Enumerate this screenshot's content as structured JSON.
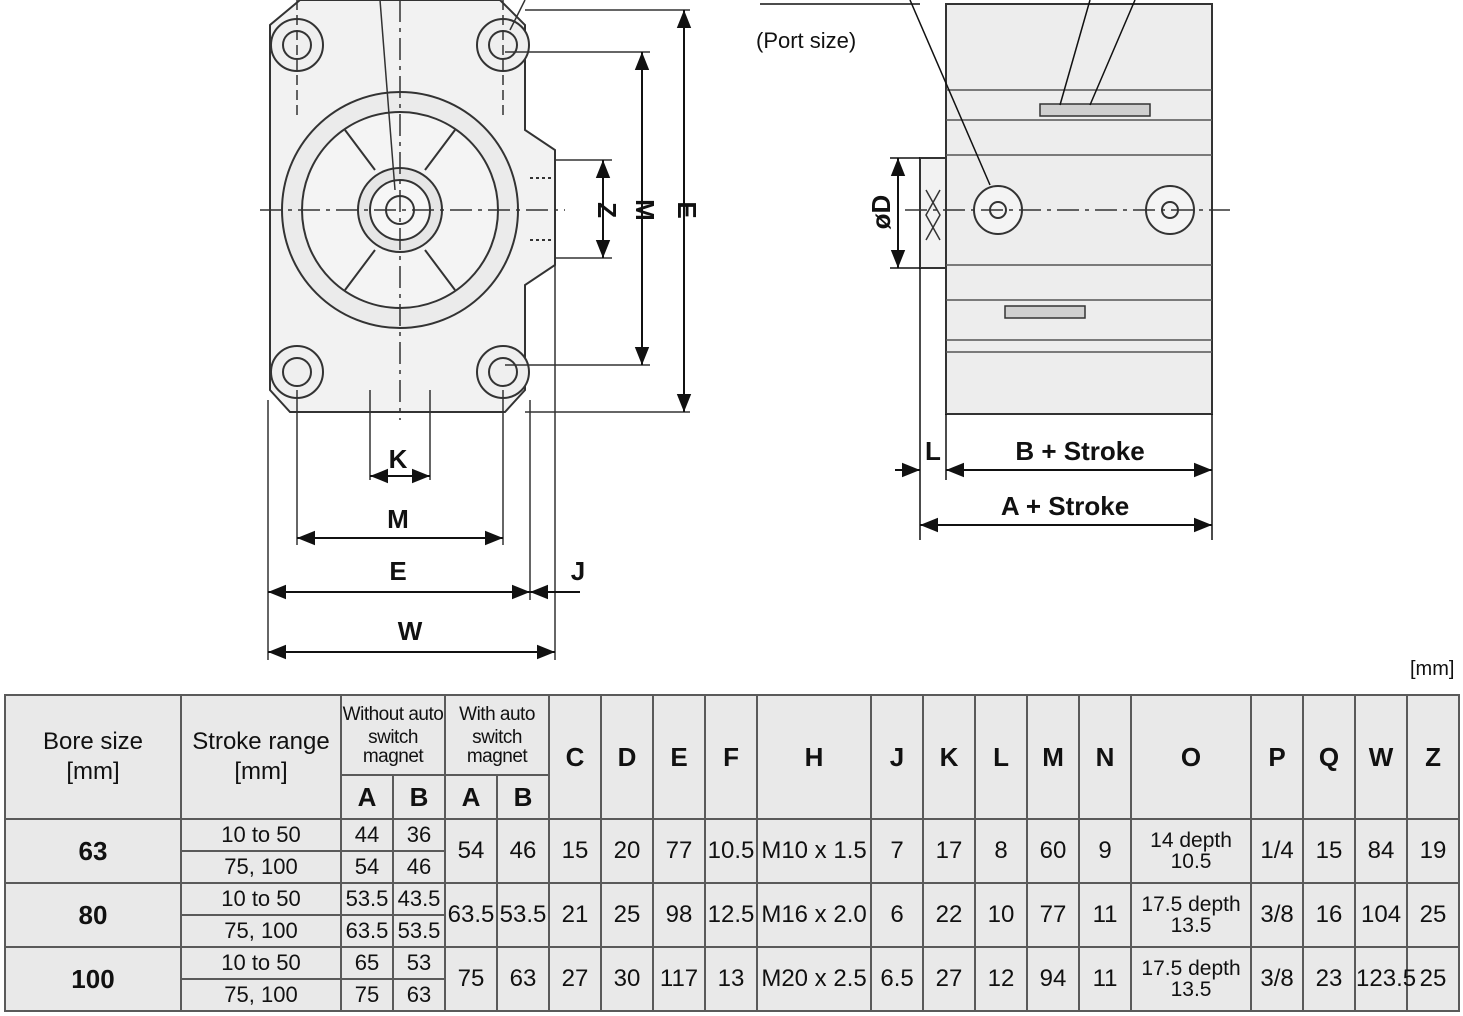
{
  "diagram": {
    "front_view_labels": {
      "z": "Z",
      "m_vertical": "M",
      "e_vertical": "E",
      "k": "K",
      "m_horizontal": "M",
      "e_horizontal": "E",
      "j": "J",
      "w": "W"
    },
    "side_view_labels": {
      "port_size": "(Port size)",
      "d": "øD",
      "l": "L",
      "b_stroke": "B + Stroke",
      "a_stroke": "A + Stroke"
    }
  },
  "unit_label": "[mm]",
  "table": {
    "headers": {
      "bore_size": [
        "Bore size",
        "[mm]"
      ],
      "stroke_range": [
        "Stroke range",
        "[mm]"
      ],
      "without_auto": [
        "Without auto",
        "switch magnet"
      ],
      "with_auto": [
        "With auto",
        "switch magnet"
      ],
      "a": "A",
      "b": "B",
      "columns": [
        "C",
        "D",
        "E",
        "F",
        "H",
        "J",
        "K",
        "L",
        "M",
        "N",
        "O",
        "P",
        "Q",
        "W",
        "Z"
      ]
    },
    "rows": [
      {
        "bore": "63",
        "strokes": [
          "10 to 50",
          "75, 100"
        ],
        "without_a": [
          "44",
          "54"
        ],
        "without_b": [
          "36",
          "46"
        ],
        "with_a": "54",
        "with_b": "46",
        "values": [
          "15",
          "20",
          "77",
          "10.5",
          "M10 x 1.5",
          "7",
          "17",
          "8",
          "60",
          "9",
          "14 depth 10.5",
          "1/4",
          "15",
          "84",
          "19"
        ]
      },
      {
        "bore": "80",
        "strokes": [
          "10 to 50",
          "75, 100"
        ],
        "without_a": [
          "53.5",
          "63.5"
        ],
        "without_b": [
          "43.5",
          "53.5"
        ],
        "with_a": "63.5",
        "with_b": "53.5",
        "values": [
          "21",
          "25",
          "98",
          "12.5",
          "M16 x 2.0",
          "6",
          "22",
          "10",
          "77",
          "11",
          "17.5 depth 13.5",
          "3/8",
          "16",
          "104",
          "25"
        ]
      },
      {
        "bore": "100",
        "strokes": [
          "10 to 50",
          "75, 100"
        ],
        "without_a": [
          "65",
          "75"
        ],
        "without_b": [
          "53",
          "63"
        ],
        "with_a": "75",
        "with_b": "63",
        "values": [
          "27",
          "30",
          "117",
          "13",
          "M20 x 2.5",
          "6.5",
          "27",
          "12",
          "94",
          "11",
          "17.5 depth 13.5",
          "3/8",
          "23",
          "123.5",
          "25"
        ]
      }
    ]
  }
}
